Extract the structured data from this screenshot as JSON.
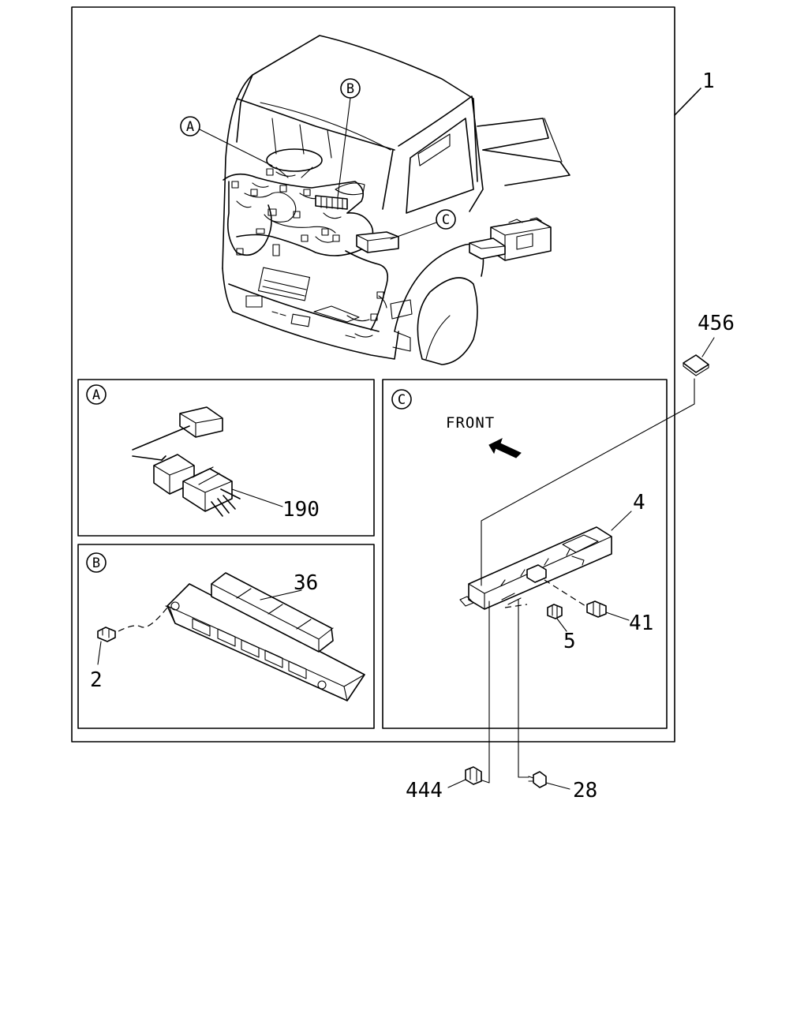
{
  "figure": {
    "assembly_callout": "1",
    "detail_markers": {
      "a": "A",
      "b": "B",
      "c": "C"
    },
    "detail_a": {
      "marker": "A",
      "callouts": [
        "190"
      ]
    },
    "detail_b": {
      "marker": "B",
      "callouts": [
        "36",
        "2"
      ]
    },
    "detail_c": {
      "marker": "C",
      "front_label": "FRONT",
      "callouts": [
        "4",
        "41",
        "5"
      ]
    },
    "external_callouts": [
      "456",
      "444",
      "28"
    ]
  }
}
